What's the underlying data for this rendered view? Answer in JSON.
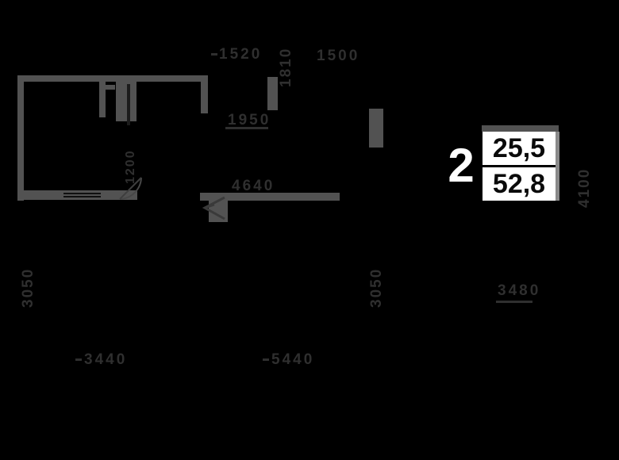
{
  "colors": {
    "background": "#000000",
    "wall": "#525252",
    "dim_text": "#2f2f2f",
    "card_background": "#ffffff",
    "card_text": "#0a0a0a",
    "room_count_text": "#ffffff"
  },
  "info_card": {
    "room_count": "2",
    "living_area": "25,5",
    "total_area": "52,8"
  },
  "dimensions": {
    "top_left_width": "1520",
    "top_right_width": "1500",
    "upper_mid_height": "1810",
    "kitchen_width": "1950",
    "left_inner_height": "1200",
    "hall_width": "4640",
    "lower_left_height": "3050",
    "lower_mid_height": "3050",
    "right_room_width": "3480",
    "bottom_left_width": "3440",
    "bottom_mid_width": "5440",
    "right_side_height": "4100"
  }
}
